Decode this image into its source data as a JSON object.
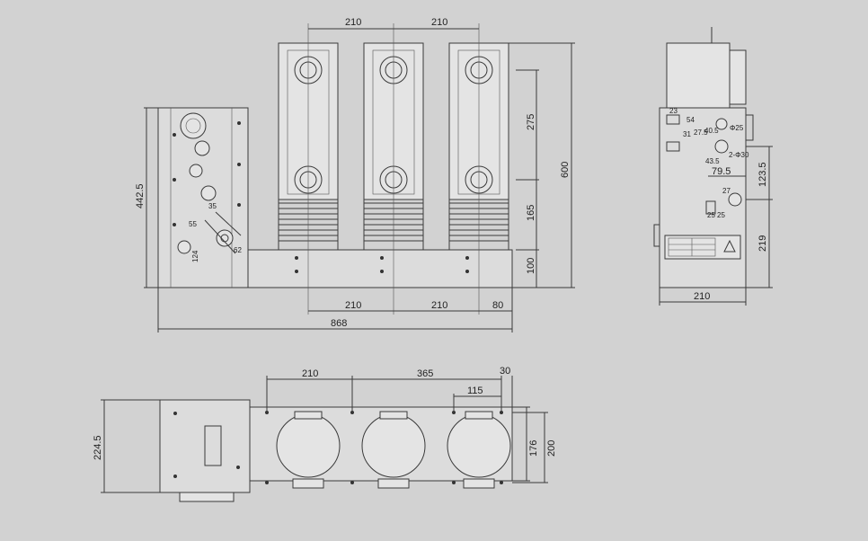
{
  "front_view": {
    "top_pitch_left": "210",
    "top_pitch_right": "210",
    "height_275": "275",
    "height_165": "165",
    "height_100": "100",
    "overall_height": "600",
    "left_height": "442.5",
    "bottom_210_a": "210",
    "bottom_210_b": "210",
    "bottom_80": "80",
    "overall_width": "868",
    "label_55": "55",
    "label_124": "124",
    "label_62": "62",
    "label_35": "35"
  },
  "side_view": {
    "label_23": "23",
    "label_54": "54",
    "label_40_5": "40.5",
    "label_phi25": "Φ25",
    "label_31": "31",
    "label_27_5": "27.5",
    "label_43_5": "43.5",
    "label_2phi30": "2-Φ30",
    "label_79_5": "79.5",
    "label_123_5": "123.5",
    "label_27": "27",
    "label_25_a": "25",
    "label_25_b": "25",
    "label_219": "219",
    "bottom_width": "210"
  },
  "plan_view": {
    "pitch_210": "210",
    "pitch_365": "365",
    "dim_30": "30",
    "dim_115": "115",
    "depth_224_5": "224.5",
    "dim_176": "176",
    "dim_200": "200"
  }
}
